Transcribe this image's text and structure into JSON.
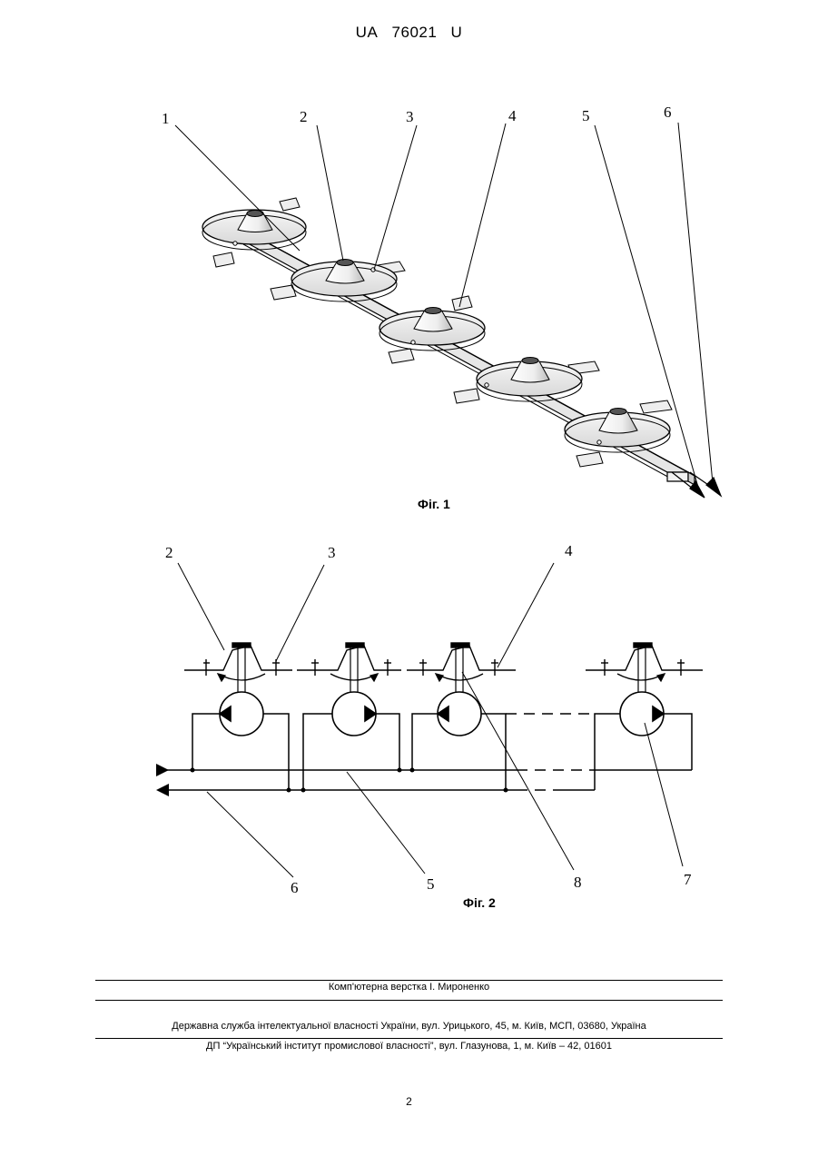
{
  "header": {
    "country": "UA",
    "number": "76021",
    "kind": "U"
  },
  "fig1": {
    "caption": "Фіг. 1",
    "labels": [
      "1",
      "2",
      "3",
      "4",
      "5",
      "6"
    ]
  },
  "fig2": {
    "caption": "Фіг. 2",
    "labels": [
      "2",
      "3",
      "4",
      "6",
      "5",
      "8",
      "7"
    ]
  },
  "footer": {
    "layout_credit": "Комп'ютерна верстка І. Мироненко",
    "agency": "Державна служба інтелектуальної власності України, вул. Урицького, 45, м. Київ, МСП, 03680, Україна",
    "institute": "ДП “Український інститут промислової власності”, вул. Глазунова, 1, м. Київ – 42, 01601"
  },
  "page_number": "2"
}
